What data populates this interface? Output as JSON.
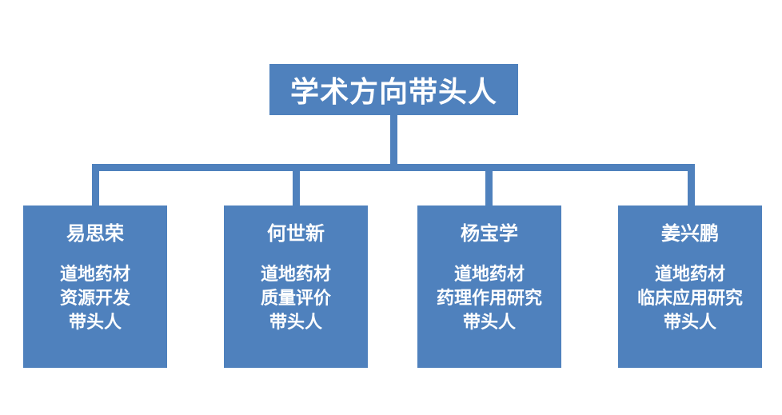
{
  "root": {
    "title": "学术方向带头人"
  },
  "children": [
    {
      "name": "易思荣",
      "lines": [
        "道地药材",
        "资源开发",
        "带头人"
      ]
    },
    {
      "name": "何世新",
      "lines": [
        "道地药材",
        "质量评价",
        "带头人"
      ]
    },
    {
      "name": "杨宝学",
      "lines": [
        "道地药材",
        "药理作用研究",
        "带头人"
      ]
    },
    {
      "name": "姜兴鹏",
      "lines": [
        "道地药材",
        "临床应用研究",
        "带头人"
      ]
    }
  ],
  "colors": {
    "box_fill": "#4f81bd",
    "connector": "#4f81bd",
    "text": "#ffffff"
  }
}
